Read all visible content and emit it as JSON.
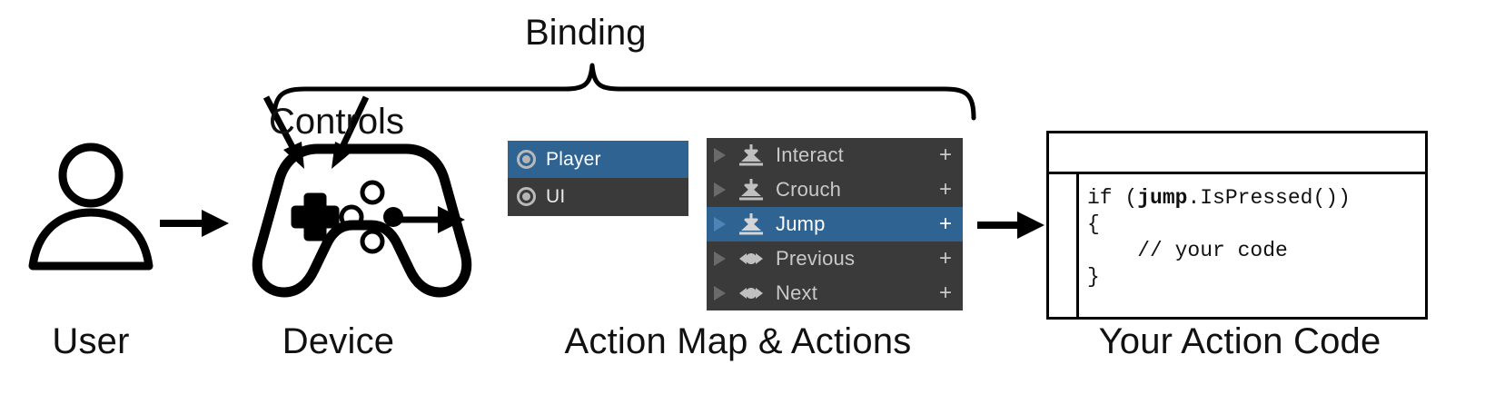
{
  "diagram": {
    "title_brace_label": "Binding",
    "controls_label": "Controls",
    "stage_labels": [
      {
        "id": "user",
        "text": "User"
      },
      {
        "id": "device",
        "text": "Device"
      },
      {
        "id": "actionmap",
        "text": "Action Map & Actions"
      },
      {
        "id": "code",
        "text": "Your Action Code"
      }
    ],
    "colors": {
      "selection_blue": "#2f6392",
      "panel_dark": "#3a3a3a",
      "panel_text": "#c9c9c9",
      "ink": "#000000",
      "background": "#ffffff"
    }
  },
  "icons": {
    "user": "person-icon",
    "device": "gamepad-icon",
    "flow_arrow": "arrow-right-icon",
    "control_pointer": "arrow-pointer-icon",
    "action_map": "action-map-ring-icon",
    "button_action": "button-press-icon",
    "axis_action": "axis-1d-icon",
    "expand": "triangle-right-icon",
    "add_binding": "plus-icon"
  },
  "action_maps": {
    "panel_name": "action-maps-panel",
    "rows": [
      {
        "label": "Player",
        "selected": true,
        "icon": "action-map-ring-icon"
      },
      {
        "label": "UI",
        "selected": false,
        "icon": "action-map-ring-icon"
      }
    ]
  },
  "actions": {
    "panel_name": "actions-panel",
    "add_label": "+",
    "rows": [
      {
        "label": "Interact",
        "selected": false,
        "icon": "button-press-icon",
        "add": "+"
      },
      {
        "label": "Crouch",
        "selected": false,
        "icon": "button-press-icon",
        "add": "+"
      },
      {
        "label": "Jump",
        "selected": true,
        "icon": "button-press-icon",
        "add": "+"
      },
      {
        "label": "Previous",
        "selected": false,
        "icon": "axis-1d-icon",
        "add": "+"
      },
      {
        "label": "Next",
        "selected": false,
        "icon": "axis-1d-icon",
        "add": "+"
      }
    ]
  },
  "code_window": {
    "name": "code-editor-window",
    "title": "",
    "lines": [
      {
        "pre": "if (",
        "bold": "jump",
        "post": ".IsPressed())"
      },
      {
        "pre": "{",
        "bold": "",
        "post": ""
      },
      {
        "pre": "    // your code",
        "bold": "",
        "post": ""
      },
      {
        "pre": "}",
        "bold": "",
        "post": ""
      }
    ],
    "plain_text": "if (jump.IsPressed())\n{\n    // your code\n}"
  }
}
